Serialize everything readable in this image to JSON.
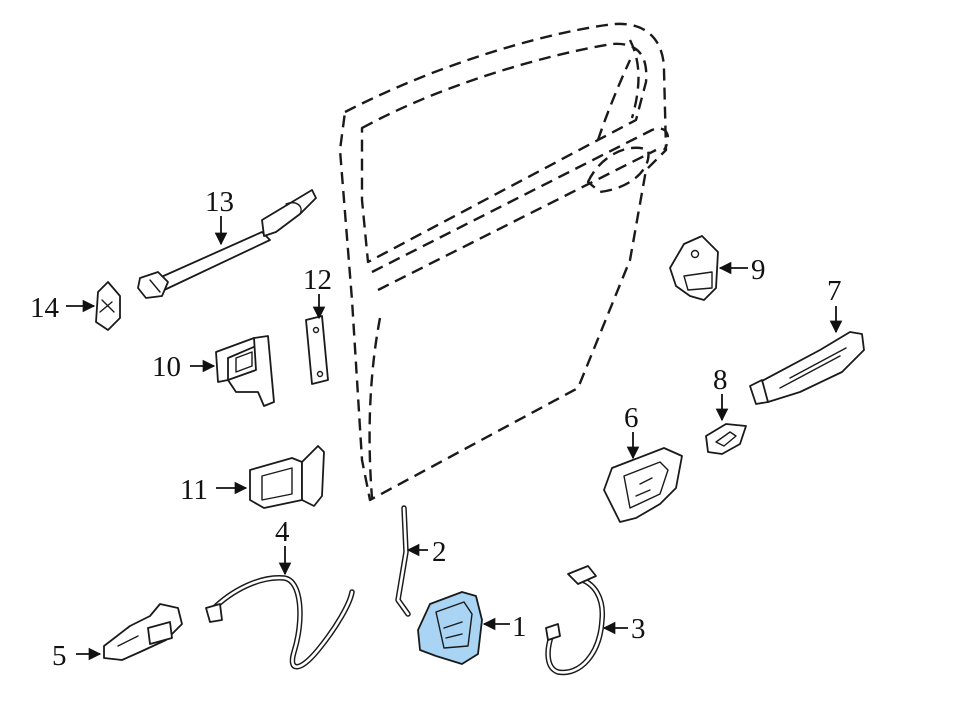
{
  "diagram": {
    "highlight_color": "#a9d4f3",
    "line_color": "#1a1a1a",
    "callouts": [
      {
        "id": "1",
        "label": "1",
        "highlighted": true
      },
      {
        "id": "2",
        "label": "2"
      },
      {
        "id": "3",
        "label": "3"
      },
      {
        "id": "4",
        "label": "4"
      },
      {
        "id": "5",
        "label": "5"
      },
      {
        "id": "6",
        "label": "6"
      },
      {
        "id": "7",
        "label": "7"
      },
      {
        "id": "8",
        "label": "8"
      },
      {
        "id": "9",
        "label": "9"
      },
      {
        "id": "10",
        "label": "10"
      },
      {
        "id": "11",
        "label": "11"
      },
      {
        "id": "12",
        "label": "12"
      },
      {
        "id": "13",
        "label": "13"
      },
      {
        "id": "14",
        "label": "14"
      }
    ]
  }
}
